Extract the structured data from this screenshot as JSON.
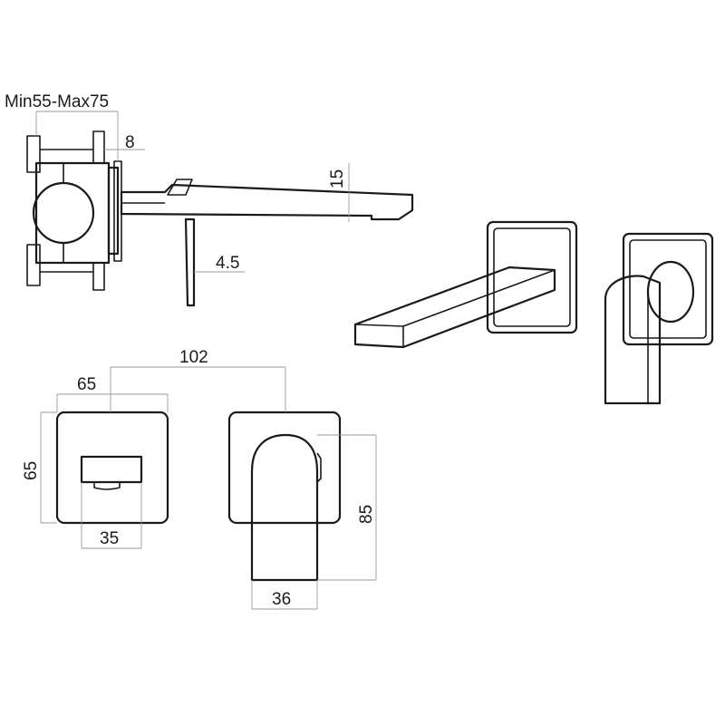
{
  "labels": {
    "install_depth": "Min55-Max75",
    "plate_thickness": "8",
    "spout_height": "15",
    "lever_thickness": "4.5",
    "centers": "102",
    "plate_width": "65",
    "plate_height": "65",
    "spout_width": "35",
    "handle_height": "85",
    "handle_width": "36"
  }
}
